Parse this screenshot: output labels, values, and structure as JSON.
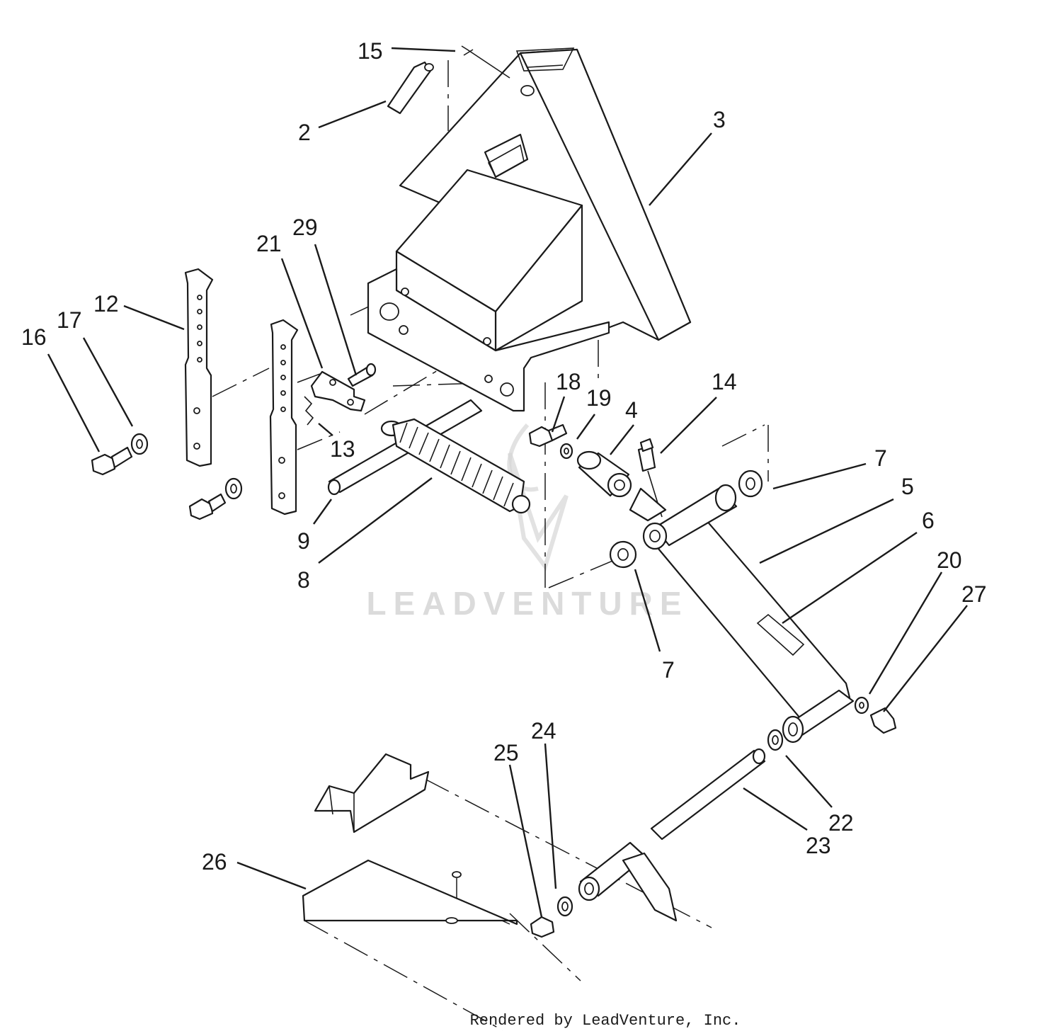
{
  "watermark": {
    "text": "LEADVENTURE"
  },
  "footer": {
    "credit": "Rendered by LeadVenture, Inc."
  },
  "callouts": [
    {
      "key": "15",
      "label": "15"
    },
    {
      "key": "2",
      "label": "2"
    },
    {
      "key": "3",
      "label": "3"
    },
    {
      "key": "29",
      "label": "29"
    },
    {
      "key": "21",
      "label": "21"
    },
    {
      "key": "12",
      "label": "12"
    },
    {
      "key": "17",
      "label": "17"
    },
    {
      "key": "16",
      "label": "16"
    },
    {
      "key": "18",
      "label": "18"
    },
    {
      "key": "19",
      "label": "19"
    },
    {
      "key": "14",
      "label": "14"
    },
    {
      "key": "4",
      "label": "4"
    },
    {
      "key": "13",
      "label": "13"
    },
    {
      "key": "7a",
      "label": "7"
    },
    {
      "key": "5",
      "label": "5"
    },
    {
      "key": "6",
      "label": "6"
    },
    {
      "key": "9",
      "label": "9"
    },
    {
      "key": "8",
      "label": "8"
    },
    {
      "key": "20",
      "label": "20"
    },
    {
      "key": "27",
      "label": "27"
    },
    {
      "key": "7b",
      "label": "7"
    },
    {
      "key": "24",
      "label": "24"
    },
    {
      "key": "25",
      "label": "25"
    },
    {
      "key": "22",
      "label": "22"
    },
    {
      "key": "23",
      "label": "23"
    },
    {
      "key": "26",
      "label": "26"
    }
  ]
}
